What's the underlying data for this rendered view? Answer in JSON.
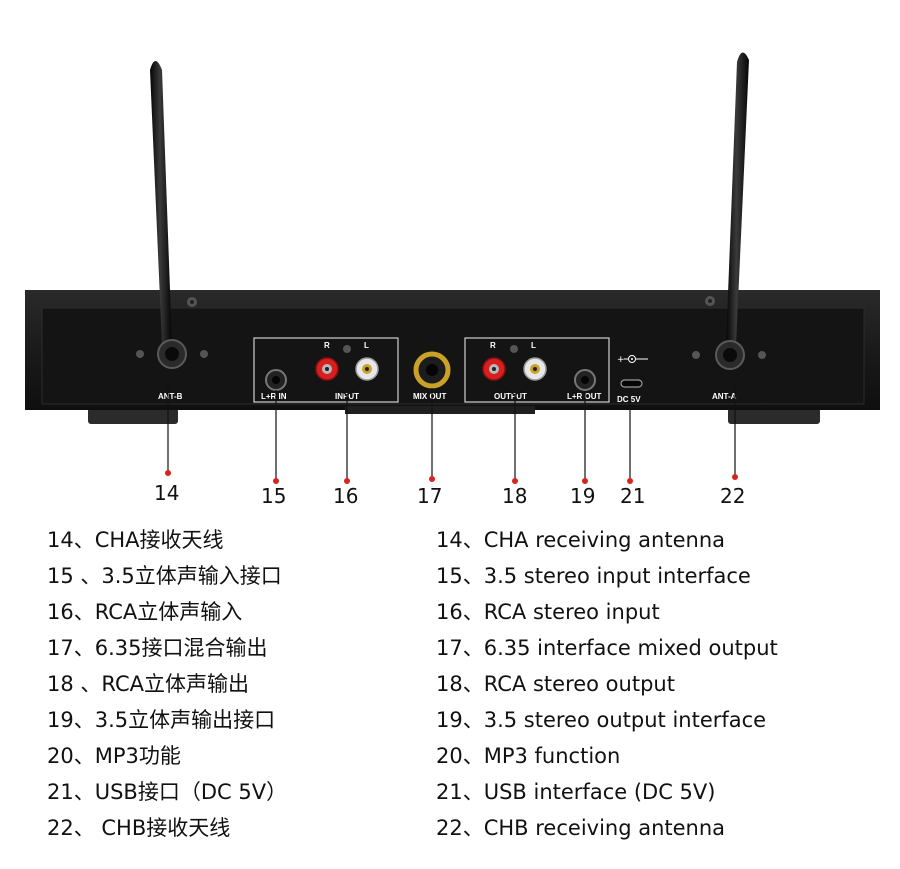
{
  "panel_labels": {
    "ant_b": "ANT-B",
    "lr_in": "L+R IN",
    "input": "INPUT",
    "mix_out": "MIX OUT",
    "output": "OUTPUT",
    "lr_out": "L+R OUT",
    "dc_5v": "DC 5V",
    "ant_a": "ANT-A",
    "r": "R",
    "l": "L"
  },
  "callouts": [
    "14",
    "15",
    "16",
    "17",
    "18",
    "19",
    "21",
    "22"
  ],
  "legend_cn": [
    "14、CHA接收天线",
    "15 、3.5立体声输入接口",
    "16、RCA立体声输入",
    "17、6.35接口混合输出",
    "18 、RCA立体声输出",
    "19、3.5立体声输出接口",
    "20、MP3功能",
    "21、USB接口（DC 5V）",
    "22、 CHB接收天线"
  ],
  "legend_en": [
    "14、CHA receiving antenna",
    "15、3.5 stereo input interface",
    "16、RCA stereo input",
    "17、6.35 interface mixed output",
    "18、RCA stereo output",
    "19、3.5 stereo output interface",
    "20、MP3 function",
    "21、USB interface (DC 5V)",
    "22、CHB receiving antenna"
  ],
  "colors": {
    "chassis": "#1b1b1b",
    "panel": "#0c0c0c",
    "callout_dot": "#d8241c",
    "rca_red": "#d81e1e",
    "rca_white": "#e8e8e8",
    "jack_gold": "#c9a227"
  }
}
